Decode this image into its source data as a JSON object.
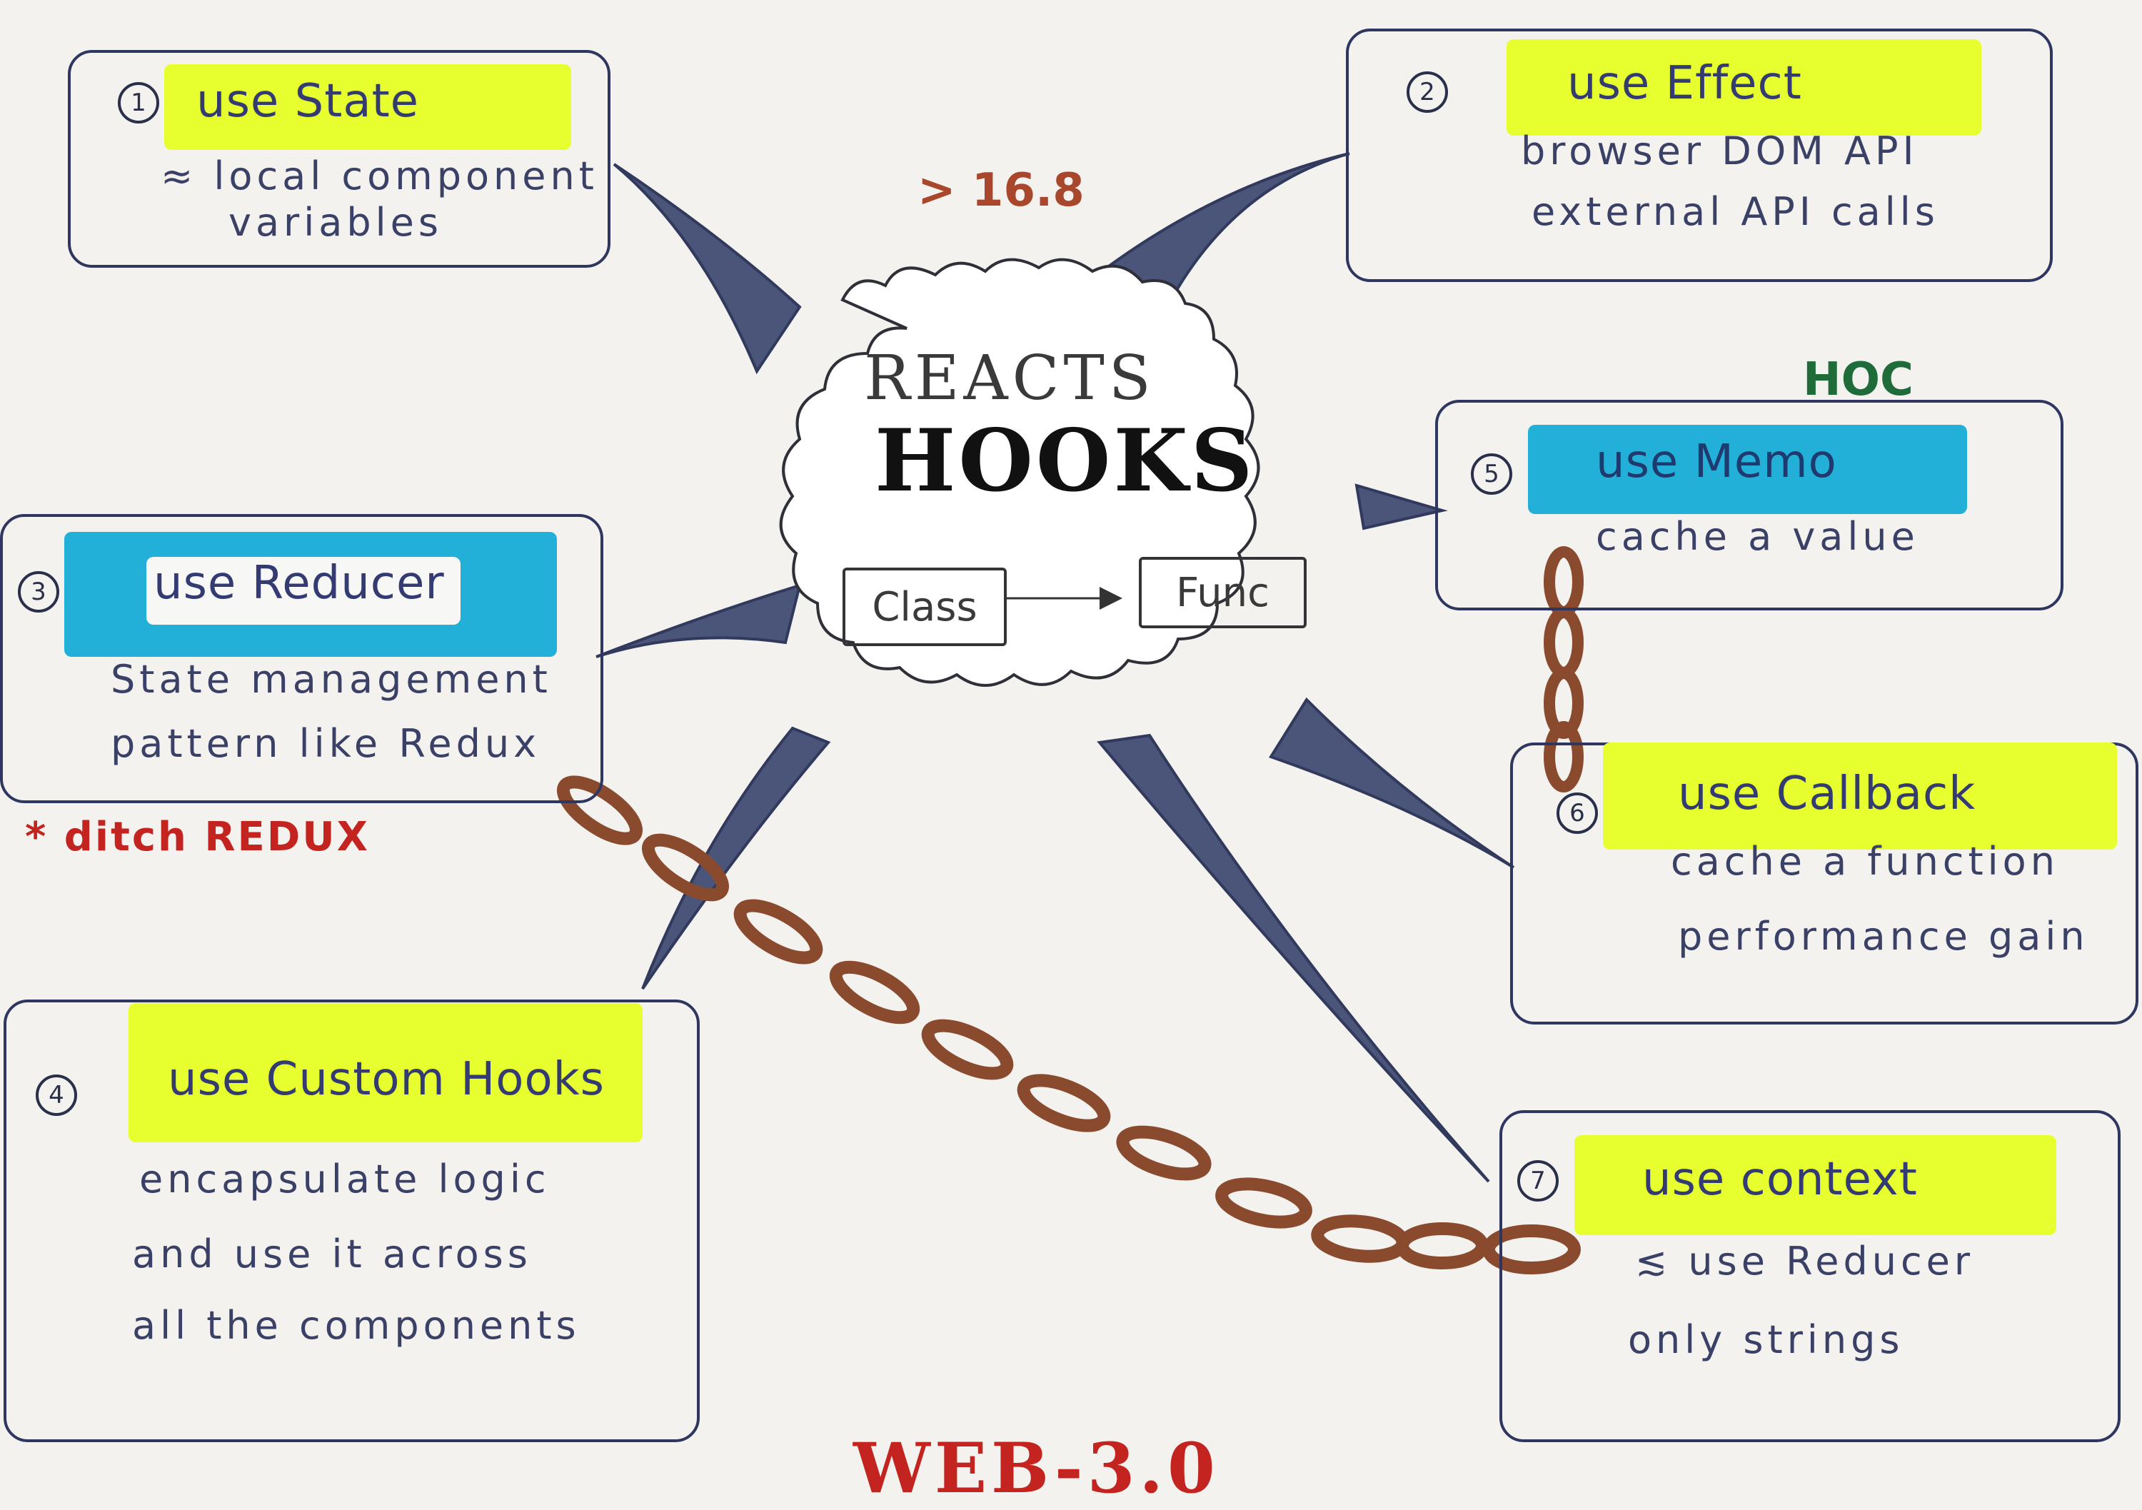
{
  "center": {
    "reacts": "REACTS",
    "hooks": "HOOKS",
    "class_label": "Class",
    "func_label": "Func"
  },
  "version_note": "> 16.8",
  "hoc_label": "HOC",
  "ditch_note": "* ditch REDUX",
  "footer": "WEB-3.0",
  "hooks": [
    {
      "num": "1",
      "title": "use State",
      "lines": [
        "≈ local component",
        "variables"
      ]
    },
    {
      "num": "2",
      "title": "use Effect",
      "lines": [
        "browser DOM API",
        "external API calls"
      ]
    },
    {
      "num": "3",
      "title": "use Reducer",
      "lines": [
        "State management",
        "pattern like Redux"
      ]
    },
    {
      "num": "4",
      "title": "use Custom Hooks",
      "lines": [
        "encapsulate logic",
        "and use it across",
        "all the components"
      ]
    },
    {
      "num": "5",
      "title": "use Memo",
      "lines": [
        "cache a value"
      ]
    },
    {
      "num": "6",
      "title": "use Callback",
      "lines": [
        "cache a function",
        "performance gain"
      ]
    },
    {
      "num": "7",
      "title": "use context",
      "lines": [
        "≲ use Reducer",
        "only strings"
      ]
    }
  ],
  "colors": {
    "highlight_yellow": "#e7ff2e",
    "highlight_blue": "#23b0d8",
    "chain": "#8a4a2e",
    "ink": "#343b73",
    "red_ink": "#c3241f",
    "green_ink": "#1f6b3a",
    "orange_ink": "#a8472b"
  }
}
